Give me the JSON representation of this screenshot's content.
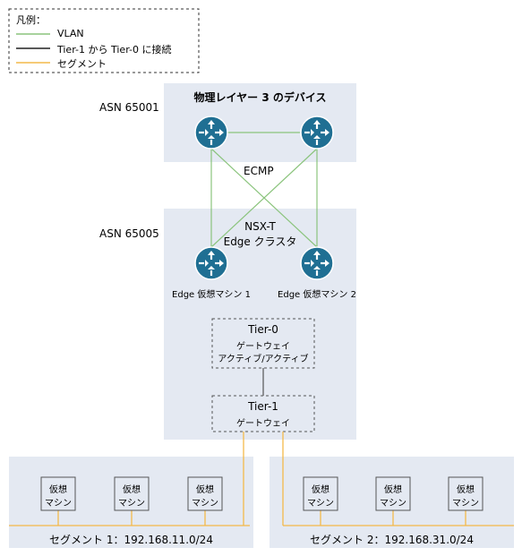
{
  "legend": {
    "title": "凡例：",
    "items": [
      {
        "label": "VLAN",
        "color": "#8bc47d"
      },
      {
        "label": "Tier-1 から Tier-0 に接続",
        "color": "#222222"
      },
      {
        "label": "セグメント",
        "color": "#f3b94a"
      }
    ]
  },
  "asn_top": "ASN 65001",
  "asn_mid": "ASN 65005",
  "physical": {
    "title": "物理レイヤー 3 のデバイス"
  },
  "ecmp": "ECMP",
  "cluster": {
    "title_line1": "NSX-T",
    "title_line2": "Edge クラスタ"
  },
  "edge_vm_1": "Edge 仮想マシン 1",
  "edge_vm_2": "Edge 仮想マシン 2",
  "tier0": {
    "title": "Tier-0",
    "line1": "ゲートウェイ",
    "line2": "アクティブ/アクティブ"
  },
  "tier1": {
    "title": "Tier-1",
    "line1": "ゲートウェイ"
  },
  "vm": {
    "line1": "仮想",
    "line2": "マシン"
  },
  "segment_1": "セグメント 1：192.168.11.0/24",
  "segment_2": "セグメント 2：192.168.31.0/24",
  "colors": {
    "panel": "#e4e9f2",
    "router": "#1f6f93",
    "vlan": "#8bc47d",
    "segment": "#f3b94a",
    "connect": "#555555"
  },
  "icons": [
    "router-icon"
  ]
}
